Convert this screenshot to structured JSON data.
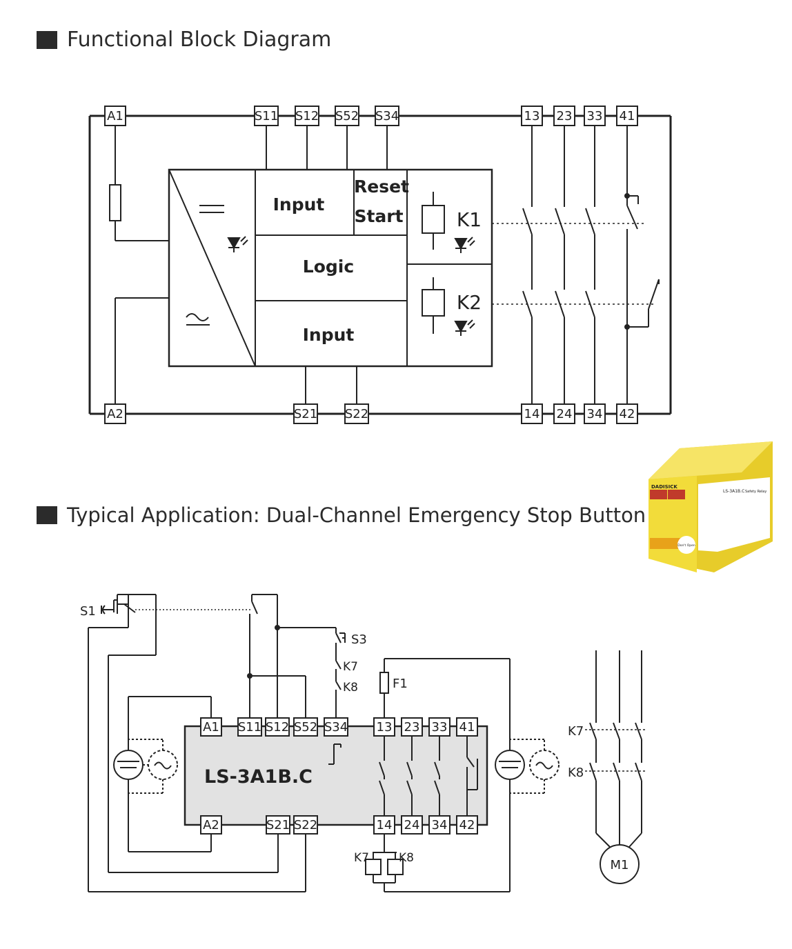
{
  "headings": {
    "block_diagram": "Functional Block Diagram",
    "application": "Typical Application: Dual-Channel Emergency Stop Button"
  },
  "block_diagram": {
    "top_terminals": [
      "A1",
      "S11",
      "S12",
      "S52",
      "S34",
      "13",
      "23",
      "33",
      "41"
    ],
    "bottom_terminals": [
      "A2",
      "S21",
      "S22",
      "14",
      "24",
      "34",
      "42"
    ],
    "blocks": {
      "input_top": "Input",
      "reset": "Reset",
      "start": "Start",
      "logic": "Logic",
      "input_bottom": "Input",
      "relay1": "K1",
      "relay2": "K2"
    },
    "symbols": {
      "dc": "=",
      "ac": "~"
    }
  },
  "application": {
    "device_label": "LS-3A1B.C",
    "top_terminals": [
      "A1",
      "S11",
      "S12",
      "S52",
      "S34",
      "13",
      "23",
      "33",
      "41"
    ],
    "bottom_terminals": [
      "A2",
      "S21",
      "S22",
      "14",
      "24",
      "34",
      "42"
    ],
    "estop": "S1",
    "reset_button": "S3",
    "feedback_contacts": [
      "K7",
      "K8"
    ],
    "fuse": "F1",
    "coils": [
      "K7",
      "K8"
    ],
    "motor_contactors": [
      "K7",
      "K8"
    ],
    "motor": "M1"
  },
  "product_photo": {
    "brand": "DADISICK",
    "model": "LS-3A1B.C",
    "type": "Safety Relay",
    "sticker": "Don't Open",
    "colors": {
      "body": "#f2dc3a",
      "label": "#ffffff",
      "terminals": "#e8a21a"
    }
  }
}
